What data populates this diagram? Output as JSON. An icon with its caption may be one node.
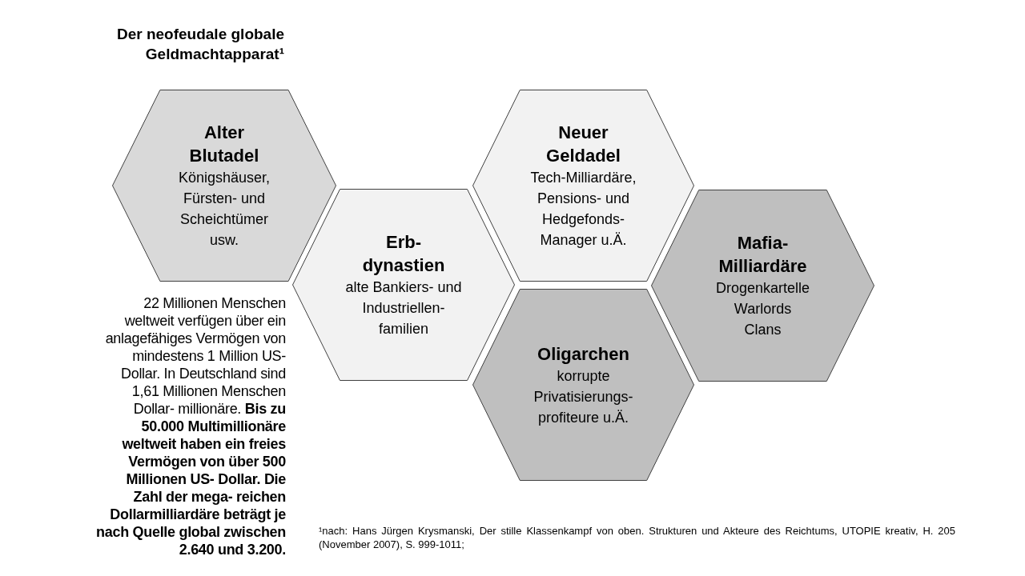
{
  "diagram": {
    "title": "Der neofeudale globale Geldmachtapparat¹",
    "nodes": [
      {
        "text": [
          "Alter Blutadel",
          "Königshäuser, Fürsten- und Scheichtümer usw."
        ]
      },
      {
        "text": [
          "Erb- dynastien",
          "alte Bankiers- und Industriellen- familien"
        ]
      },
      {
        "text": [
          "Neuer Geldadel",
          "Tech-Milliardäre, Pensions- und Hedgefonds- Manager u.Ä."
        ]
      },
      {
        "text": [
          "Oligarchen",
          "korrupte Privatisierungs- profiteure u.Ä."
        ]
      },
      {
        "text": [
          "Mafia- Milliardäre",
          "Drogenkartelle Warlords Clans"
        ]
      }
    ],
    "labels": [
      "22 Millionen Menschen weltweit verfügen über ein anlagefähiges Vermögen von mindestens 1 Million US-Dollar. In Deutschland sind 1,61 Millionen Menschen Dollar- millionäre. **Bis zu 50.000 Multimillionäre weltweit haben ein freies Vermögen von über 500 Millionen US- Dollar. Die Zahl der mega- reichen Dollarmilliardäre beträgt je nach Quelle global zwischen 2.640 und 3.200.**"
    ],
    "caption": "¹nach: Hans Jürgen Krysmanski, Der stille Klassenkampf von oben. Strukturen und Akteure des Reichtums, UTOPIE kreativ, H. 205 (November 2007), S. 999-1011;"
  }
}
